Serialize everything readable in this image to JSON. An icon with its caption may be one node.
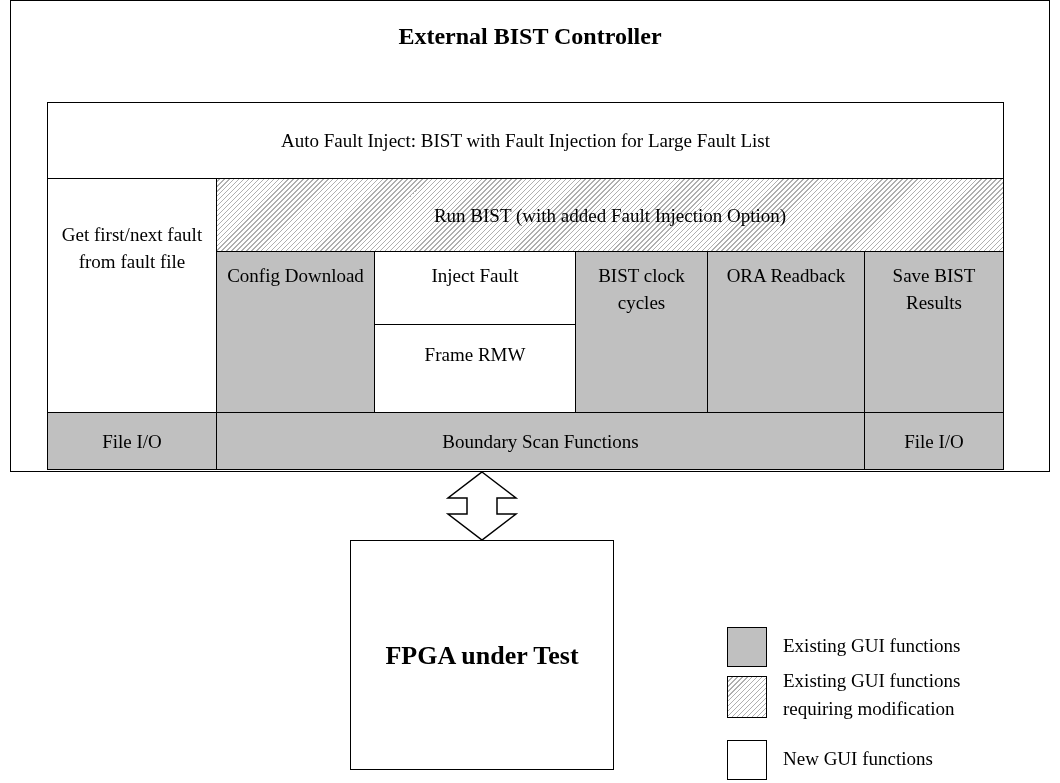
{
  "diagram": {
    "nodes": [
      {
        "text": [
          "External BIST Controller"
        ]
      },
      {
        "text": [
          "Auto Fault Inject:  BIST with Fault Injection for Large Fault List"
        ],
        "in": 0
      },
      {
        "text": [
          "Get first/next fault from fault file"
        ],
        "in": 0
      },
      {
        "text": [
          "Run BIST (with added Fault Injection Option)"
        ],
        "in": 0
      },
      {
        "text": [
          "Config Download"
        ],
        "in": 0
      },
      {
        "text": [
          "Inject Fault"
        ],
        "in": 0
      },
      {
        "text": [
          "Frame RMW"
        ],
        "in": 0
      },
      {
        "text": [
          "BIST clock cycles"
        ],
        "in": 0
      },
      {
        "text": [
          "ORA Readback"
        ],
        "in": 0
      },
      {
        "text": [
          "Save BIST Results"
        ],
        "in": 0
      },
      {
        "text": [
          "File I/O"
        ],
        "in": 0
      },
      {
        "text": [
          "Boundary Scan Functions"
        ],
        "in": 0
      },
      {
        "text": [
          "File I/O"
        ],
        "in": 0
      },
      {
        "text": [
          "FPGA under Test"
        ]
      }
    ],
    "edges": [
      {
        "from": 0,
        "to": 13,
        "arrow": "both"
      }
    ],
    "legend": [
      {
        "text": "Existing GUI functions",
        "color": "#c0c0c0"
      },
      {
        "text": "Existing GUI functions requiring modification"
      },
      {
        "text": "New GUI functions",
        "color": "#ffffff"
      }
    ]
  }
}
